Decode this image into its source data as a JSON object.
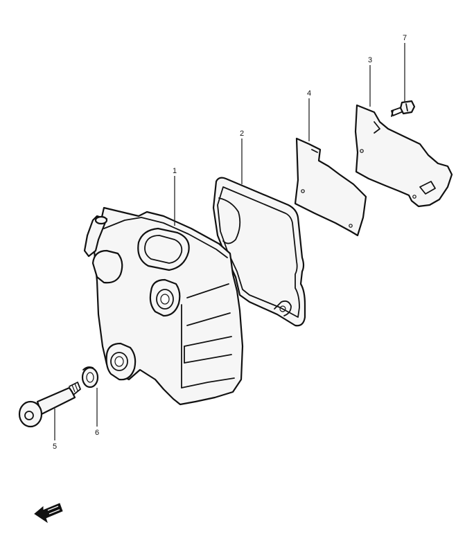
{
  "callouts": {
    "c1": "1",
    "c2": "2",
    "c3": "3",
    "c4": "4",
    "c5": "5",
    "c6": "6",
    "c7": "7"
  },
  "icons": {
    "direction": "front-arrow-icon"
  },
  "colors": {
    "line": "#111111",
    "background": "#ffffff"
  }
}
